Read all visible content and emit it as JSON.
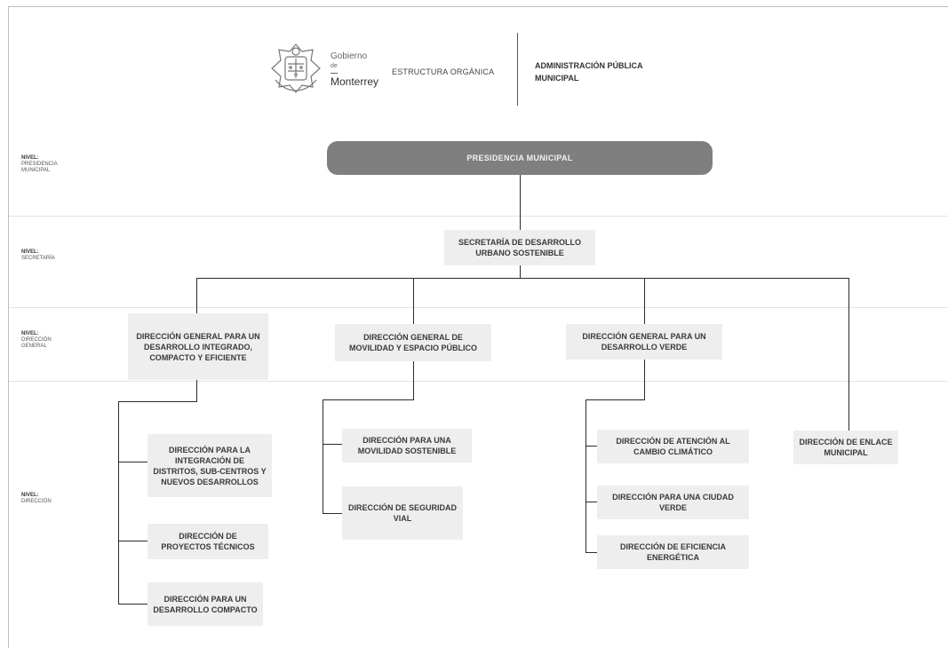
{
  "header": {
    "logo_line1": "Gobierno",
    "logo_line2": "de",
    "logo_line3": "Monterrey",
    "structure_label": "ESTRUCTURA ORGÁNICA",
    "admin_line1": "ADMINISTRACIÓN PÚBLICA",
    "admin_line2": "MUNICIPAL"
  },
  "levels": [
    {
      "title": "NIVEL:",
      "name": "PRESIDENCIA MUNICIPAL"
    },
    {
      "title": "NIVEL:",
      "name": "SECRETARÍA"
    },
    {
      "title": "NIVEL:",
      "name": "DIRECCIÓN GENERAL"
    },
    {
      "title": "NIVEL:",
      "name": "DIRECCIÓN"
    }
  ],
  "presidencia": "PRESIDENCIA MUNICIPAL",
  "secretaria": "SECRETARÍA DE DESARROLLO URBANO SOSTENIBLE",
  "direcciones_generales": [
    "DIRECCIÓN GENERAL PARA UN DESARROLLO INTEGRADO, COMPACTO Y EFICIENTE",
    "DIRECCIÓN GENERAL DE MOVILIDAD Y ESPACIO PÚBLICO",
    "DIRECCIÓN GENERAL PARA UN DESARROLLO VERDE"
  ],
  "direcciones": {
    "integrado": [
      "DIRECCIÓN PARA LA INTEGRACIÓN DE DISTRITOS, SUB-CENTROS Y NUEVOS DESARROLLOS",
      "DIRECCIÓN DE PROYECTOS TÉCNICOS",
      "DIRECCIÓN PARA UN DESARROLLO COMPACTO"
    ],
    "movilidad": [
      "DIRECCIÓN PARA UNA MOVILIDAD SOSTENIBLE",
      "DIRECCIÓN DE SEGURIDAD VIAL"
    ],
    "verde": [
      "DIRECCIÓN DE ATENCIÓN AL CAMBIO CLIMÁTICO",
      "DIRECCIÓN PARA UNA CIUDAD VERDE",
      "DIRECCIÓN DE EFICIENCIA ENERGÉTICA"
    ],
    "enlace": "DIRECCIÓN DE ENLACE MUNICIPAL"
  },
  "colors": {
    "presidencia_fill": "#7f7f7f",
    "box_fill": "#eeeeee",
    "connector": "#2b2b2b"
  }
}
